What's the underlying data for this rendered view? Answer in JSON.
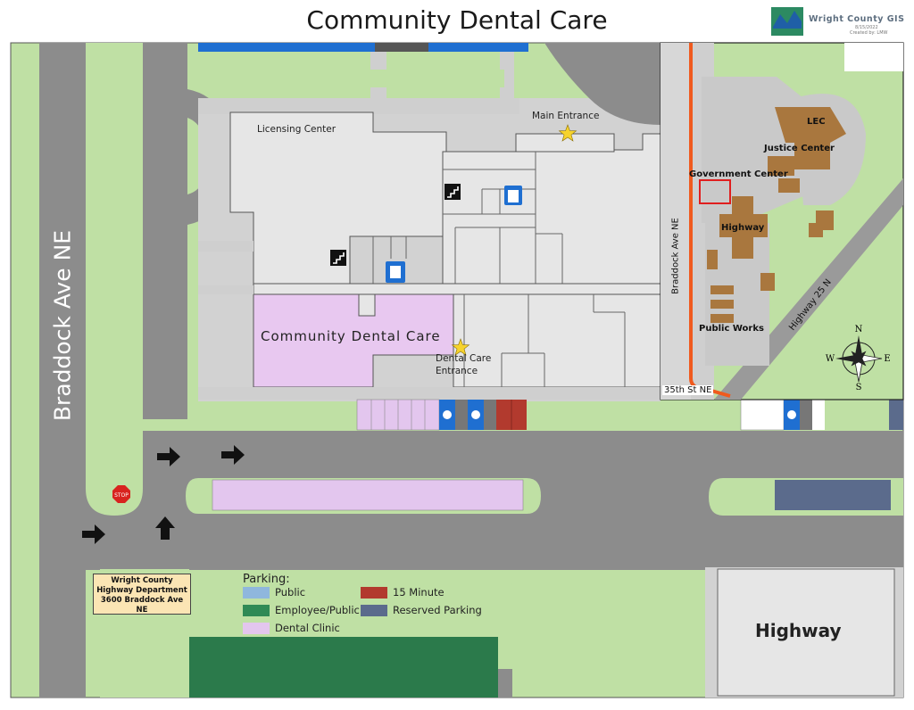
{
  "header": {
    "title": "Community Dental Care",
    "logo_name": "Wright County GIS",
    "logo_date": "8/15/2022",
    "logo_credit": "Created by: LMW"
  },
  "main_map": {
    "road_label": "Braddock Ave NE",
    "building_labels": {
      "licensing_center": "Licensing Center",
      "main_entrance": "Main Entrance",
      "dental_care": "Community Dental Care",
      "dental_entrance_line1": "Dental Care",
      "dental_entrance_line2": "Entrance",
      "highway": "Highway"
    },
    "sign": {
      "line1": "Wright County",
      "line2": "Highway Department",
      "line3": "3600 Braddock Ave NE"
    },
    "stop_sign": "STOP",
    "icons": [
      "stairs-icon",
      "elevator-icon",
      "accessible-parking-icon",
      "star-icon",
      "direction-arrow-icon"
    ]
  },
  "legend": {
    "title": "Parking:",
    "items": [
      {
        "label": "Public",
        "color": "#8fb7dd"
      },
      {
        "label": "15 Minute",
        "color": "#b23a2e"
      },
      {
        "label": "Employee/Public",
        "color": "#2f8a55"
      },
      {
        "label": "Reserved Parking",
        "color": "#5b6b8c"
      },
      {
        "label": "Dental Clinic",
        "color": "#e3c6ee"
      }
    ]
  },
  "inset_map": {
    "labels": {
      "lec": "LEC",
      "justice_center": "Justice Center",
      "government_center": "Government Center",
      "highway": "Highway",
      "public_works": "Public Works",
      "braddock": "Braddock Ave NE",
      "highway25": "Highway 25 N",
      "street35": "35th St NE"
    },
    "compass": {
      "n": "N",
      "s": "S",
      "e": "E",
      "w": "W"
    }
  },
  "colors": {
    "grass": "#bfe0a4",
    "road": "#8c8c8c",
    "building": "#e6e6e6",
    "dental": "#e8c8f0",
    "public_parking": "#1f6fd1",
    "employee_parking": "#2b7a4b",
    "reserved": "#5b6b8c",
    "minute15": "#b23a2e",
    "route": "#f05a1e"
  }
}
